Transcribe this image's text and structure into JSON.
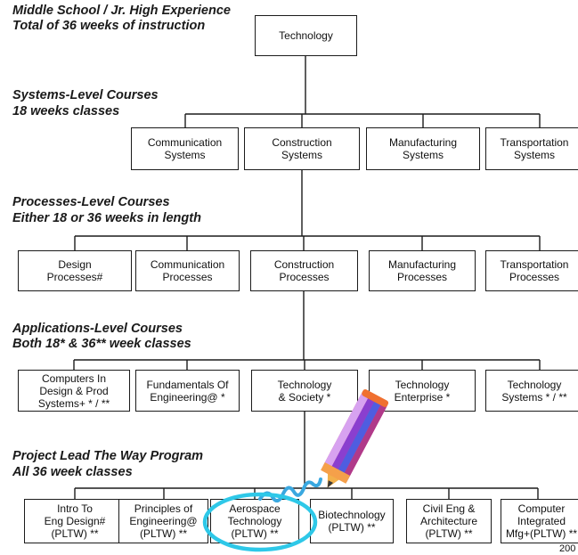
{
  "headings": {
    "middle_school": "Middle School / Jr. High Experience",
    "total_weeks": "Total of 36 weeks of instruction",
    "systems_title": "Systems-Level Courses",
    "systems_sub": "18 weeks classes",
    "processes_title": "Processes-Level Courses",
    "processes_sub": "Either 18 or 36 weeks in length",
    "applications_title": "Applications-Level Courses",
    "applications_sub": "Both 18* & 36** week classes",
    "pltw_title": "Project Lead The Way Program",
    "pltw_sub": "All 36 week classes"
  },
  "root": "Technology",
  "systems": [
    "Communication\nSystems",
    "Construction\nSystems",
    "Manufacturing\nSystems",
    "Transportation\nSystems"
  ],
  "processes": [
    "Design\nProcesses#",
    "Communication\nProcesses",
    "Construction\nProcesses",
    "Manufacturing\nProcesses",
    "Transportation\nProcesses"
  ],
  "applications": [
    "Computers In\nDesign & Prod\nSystems+ * / **",
    "Fundamentals Of\nEngineering@ *",
    "Technology\n& Society *",
    "Technology\nEnterprise *",
    "Technology\nSystems * / **"
  ],
  "pltw": [
    "Intro To\nEng Design#\n(PLTW) **",
    "Principles of\nEngineering@\n(PLTW) **",
    "Aerospace\nTechnology\n(PLTW) **",
    "Biotechnology\n(PLTW) **",
    "Civil Eng &\nArchitecture\n(PLTW) **",
    "Computer\nIntegrated\nMfg+(PLTW) **"
  ],
  "corner_text": "200",
  "colors": {
    "highlight_circle": "#2ec8e8",
    "pencil_scribble": "#3aa8e0"
  }
}
